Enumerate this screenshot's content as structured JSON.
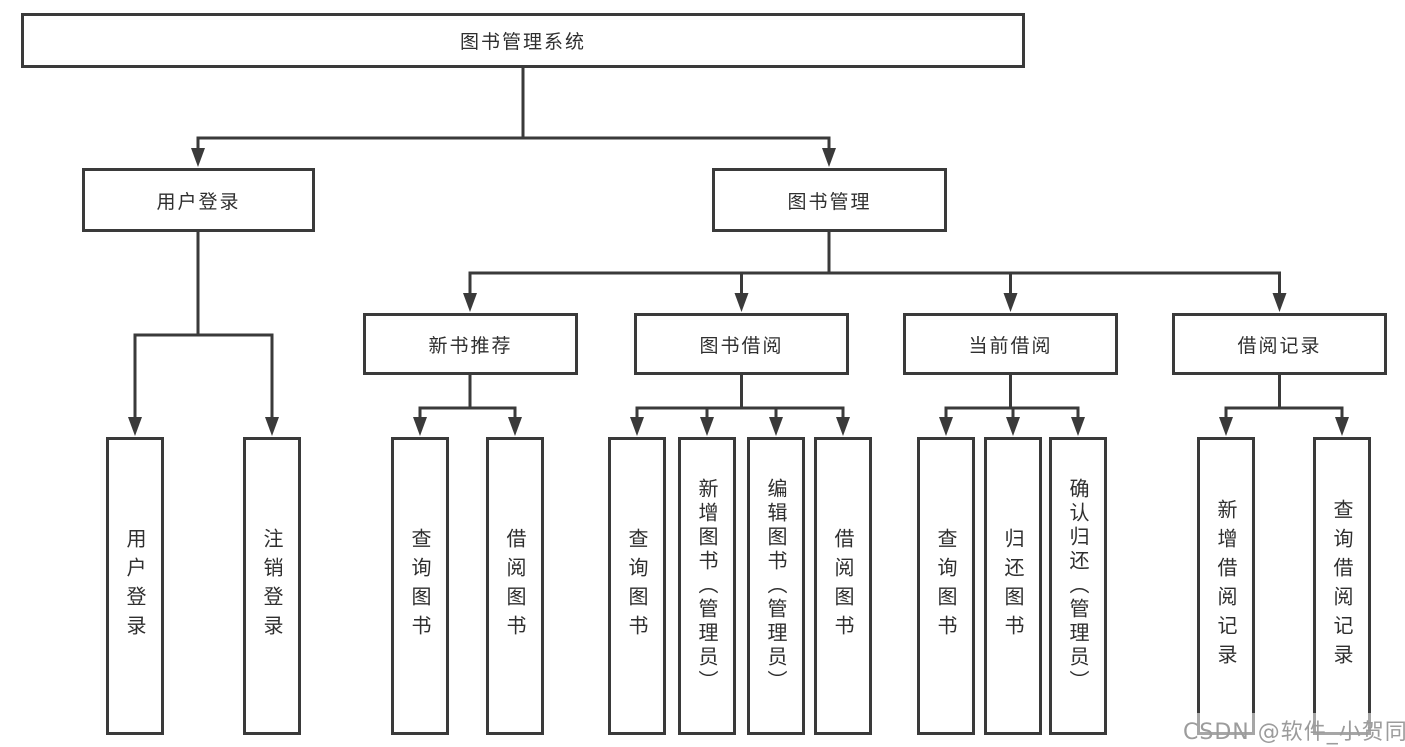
{
  "diagram": {
    "root": {
      "label": "图书管理系统"
    },
    "user_login_branch": {
      "label": "用户登录",
      "children": [
        {
          "label": "用户登录"
        },
        {
          "label": "注销登录"
        }
      ]
    },
    "book_mgmt_branch": {
      "label": "图书管理",
      "sections": [
        {
          "label": "新书推荐",
          "children": [
            {
              "label": "查询图书"
            },
            {
              "label": "借阅图书"
            }
          ]
        },
        {
          "label": "图书借阅",
          "children": [
            {
              "label": "查询图书"
            },
            {
              "label": "新增图书（管理员）"
            },
            {
              "label": "编辑图书（管理员）"
            },
            {
              "label": "借阅图书"
            }
          ]
        },
        {
          "label": "当前借阅",
          "children": [
            {
              "label": "查询图书"
            },
            {
              "label": "归还图书"
            },
            {
              "label": "确认归还（管理员）"
            }
          ]
        },
        {
          "label": "借阅记录",
          "children": [
            {
              "label": "新增借阅记录"
            },
            {
              "label": "查询借阅记录"
            }
          ]
        }
      ]
    }
  },
  "watermark": {
    "text": "CSDN @软件_小贺同学"
  },
  "colors": {
    "line": "#3a3a3a",
    "text": "#2f2f2f",
    "watermark": "#9c9c9c",
    "background": "#ffffff"
  }
}
